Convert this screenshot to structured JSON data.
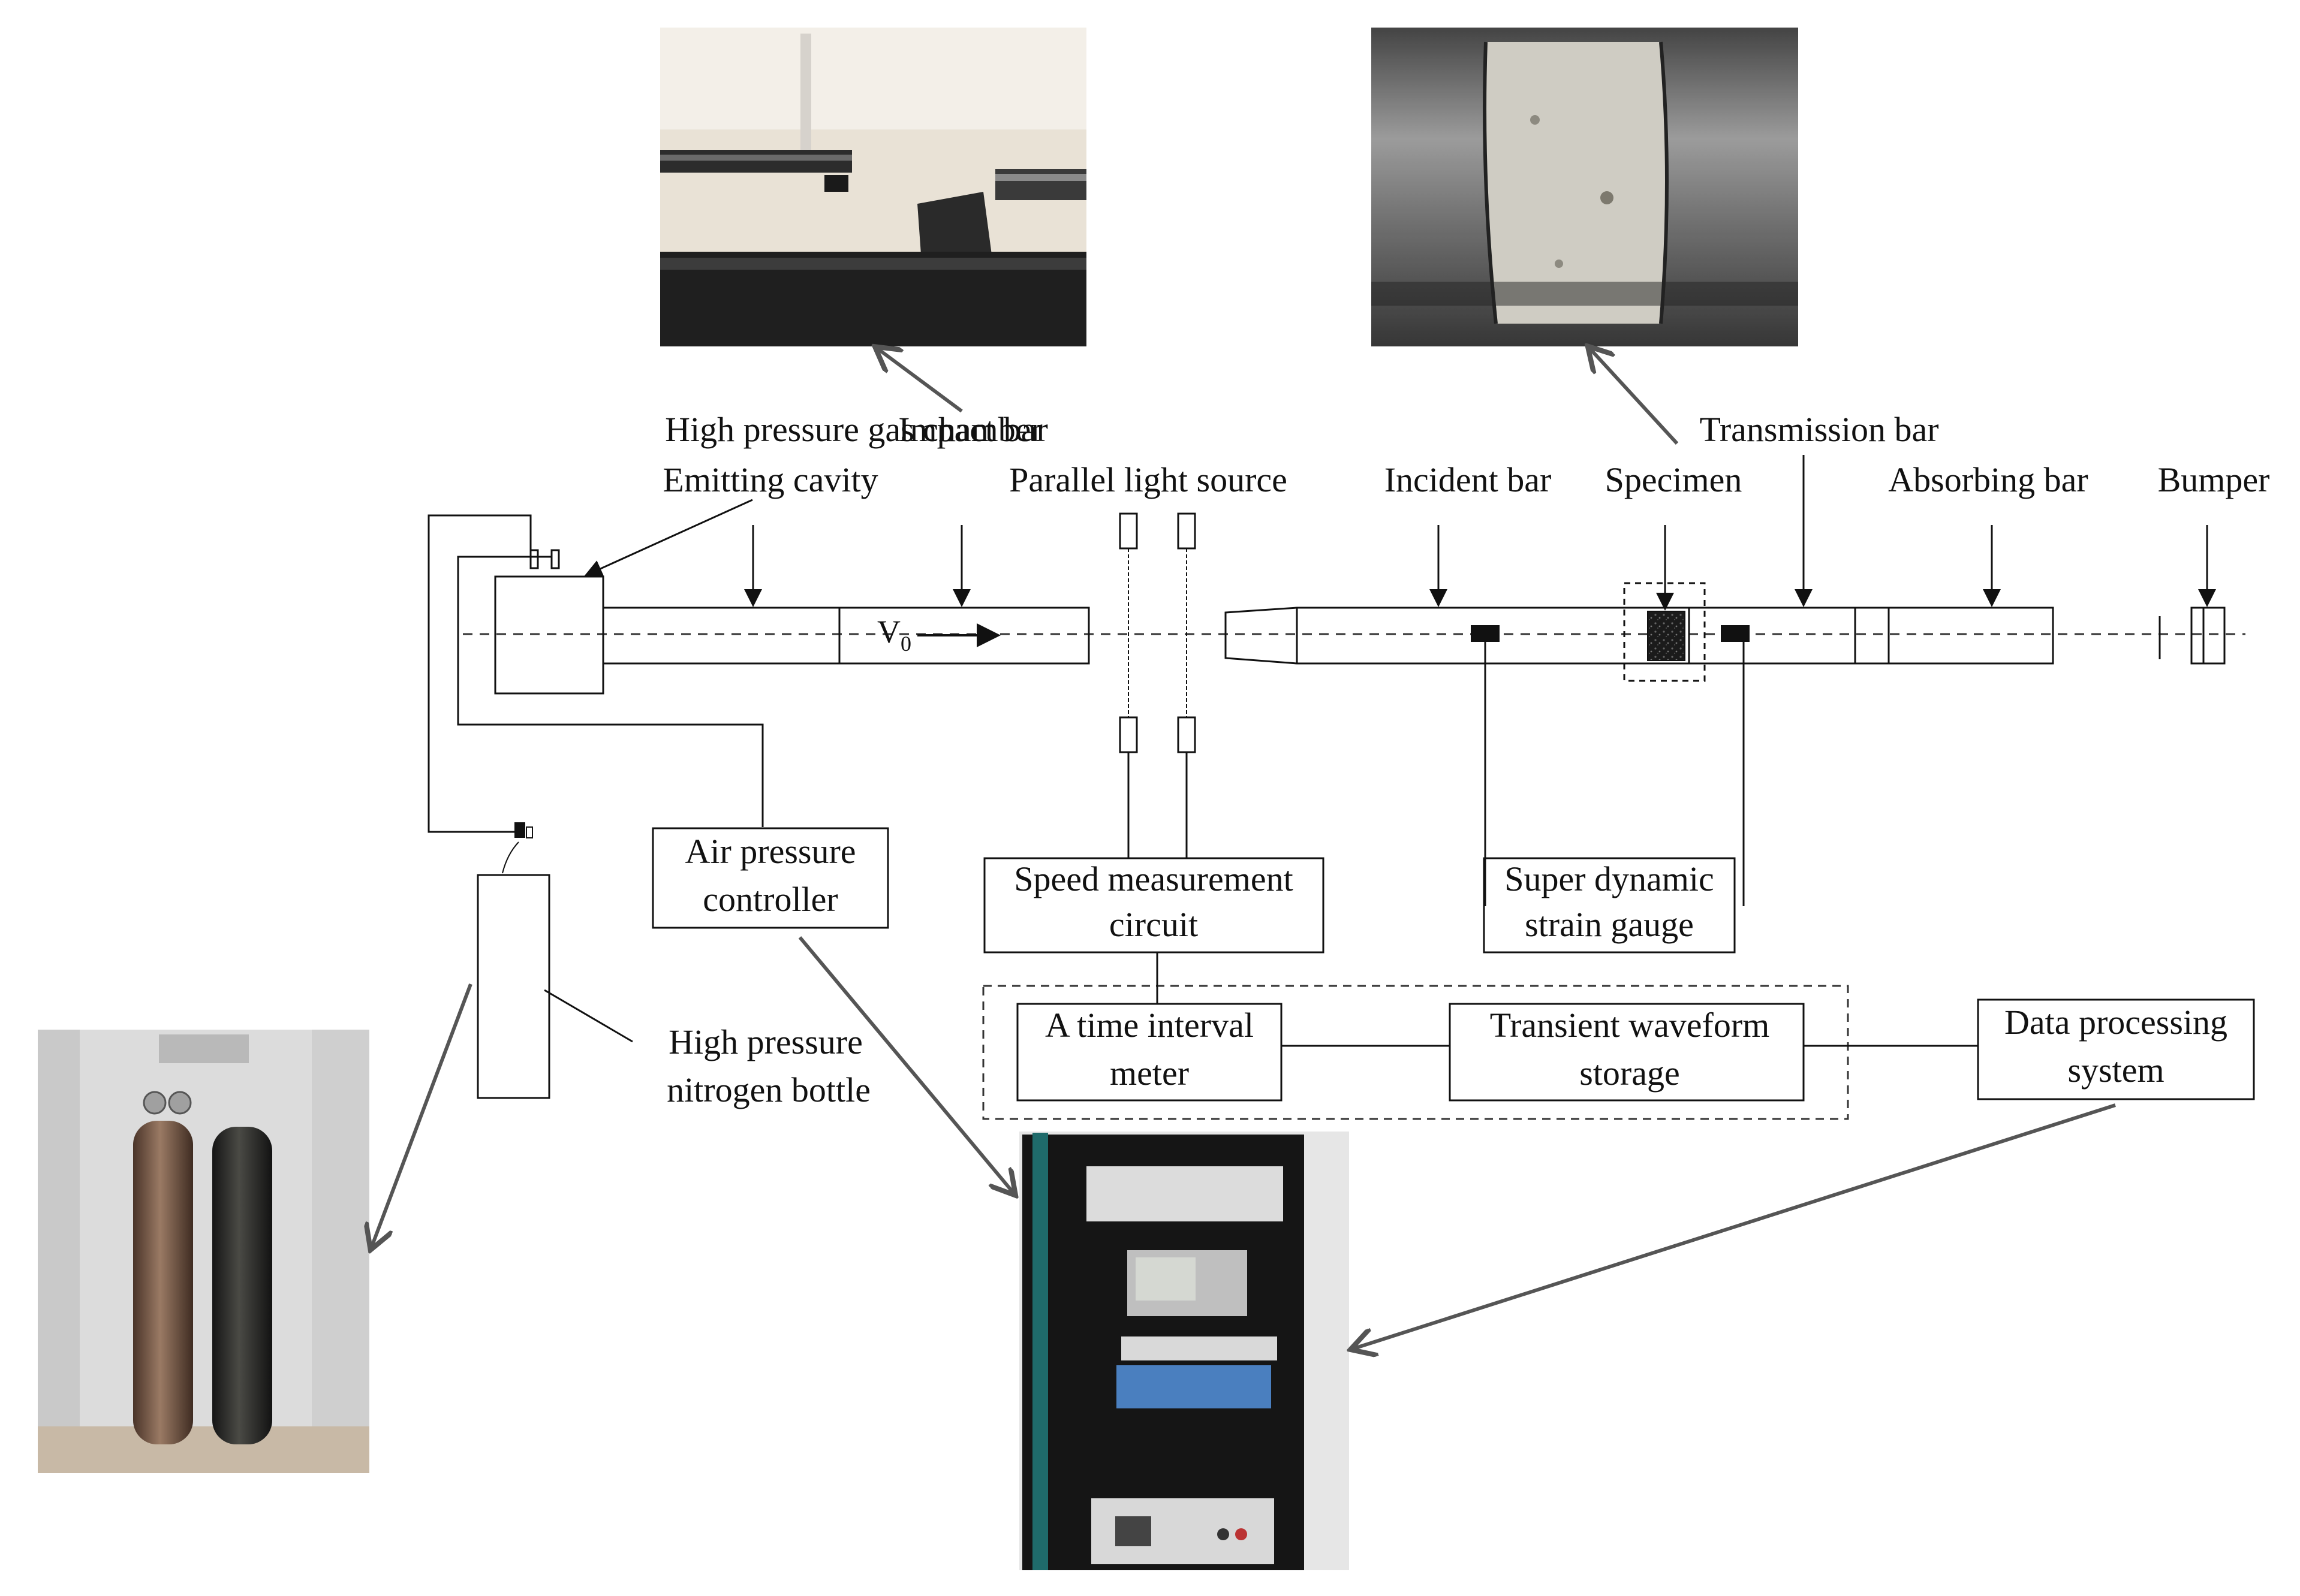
{
  "labels": {
    "gas_chamber": "High pressure gas chamber",
    "impact_bar": "Impact bar",
    "transmission_bar": "Transmission bar",
    "emitting_cavity": "Emitting cavity",
    "parallel_light": "Parallel light source",
    "incident_bar": "Incident bar",
    "specimen": "Specimen",
    "absorbing_bar": "Absorbing bar",
    "bumper": "Bumper",
    "velocity_symbol": "V",
    "velocity_subscript": "0"
  },
  "boxes": {
    "air_pressure_line1": "Air pressure",
    "air_pressure_line2": "controller",
    "speed_line1": "Speed measurement",
    "speed_line2": "circuit",
    "strain_line1": "Super dynamic",
    "strain_line2": "strain gauge",
    "time_meter_line1": "A time interval",
    "time_meter_line2": "meter",
    "waveform_line1": "Transient waveform",
    "waveform_line2": "storage",
    "data_proc_line1": "Data processing",
    "data_proc_line2": "system",
    "nitrogen_line1": "High pressure",
    "nitrogen_line2": "nitrogen bottle"
  },
  "colors": {
    "line": "#1a1a1a",
    "photo_arrow": "#555555"
  }
}
